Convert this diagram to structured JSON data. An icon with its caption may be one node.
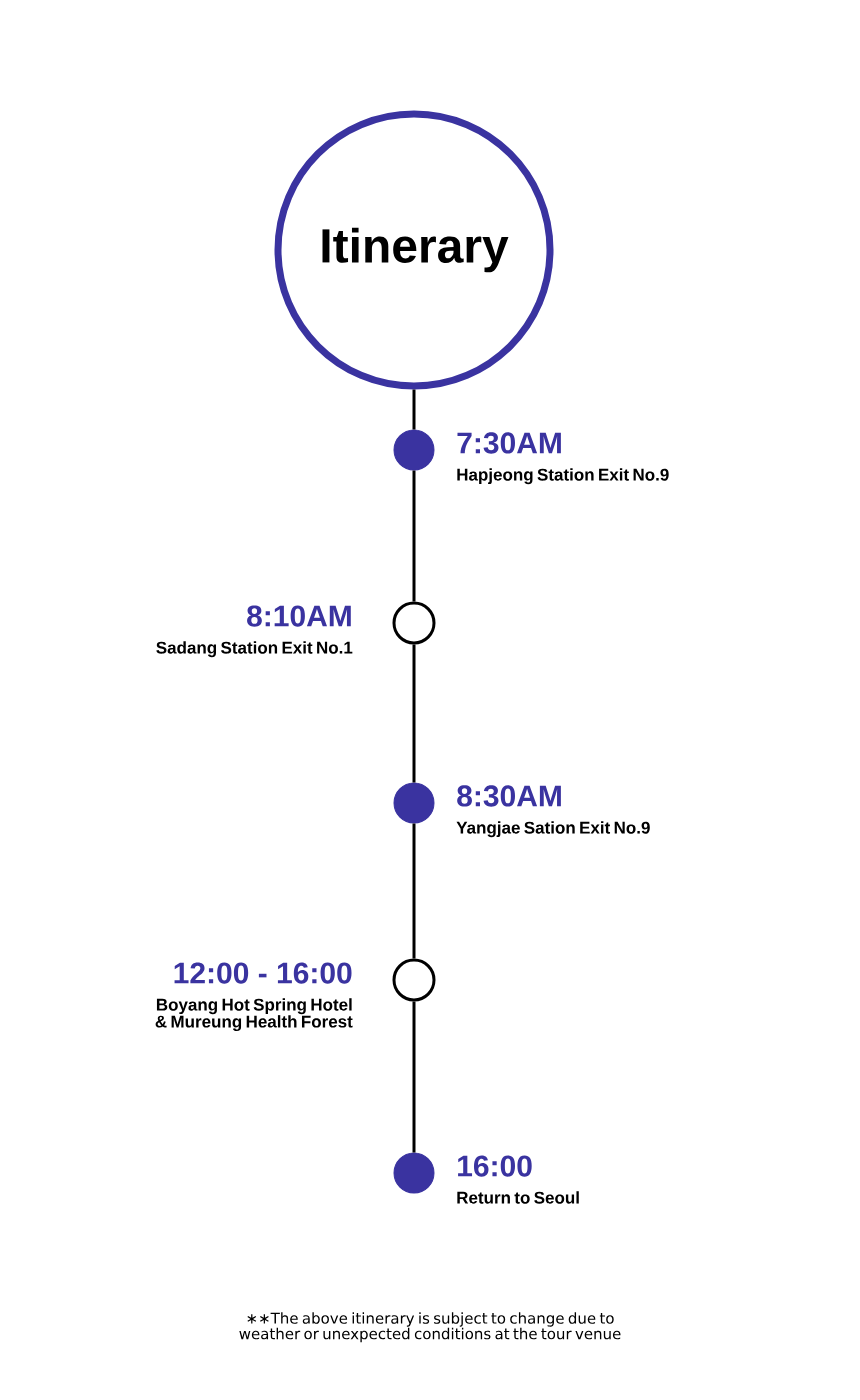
{
  "diagram": {
    "nodes": [
      {
        "text": [
          "Itinerary"
        ]
      },
      {
        "text": [],
        "shape": "circle",
        "beside": [
          "7:30AM",
          "Hapjeong Station Exit No.9"
        ]
      },
      {
        "text": [],
        "shape": "circle",
        "beside": [
          "8:10AM",
          "Sadang Station Exit No.1"
        ]
      },
      {
        "text": [],
        "shape": "circle",
        "beside": [
          "8:30AM",
          "Yangjae Sation Exit No.9"
        ]
      },
      {
        "text": [],
        "shape": "circle",
        "beside": [
          "12:00 - 16:00",
          "Boyang Hot Spring Hotel & Mureung Health Forest"
        ]
      },
      {
        "text": [],
        "shape": "circle",
        "beside": [
          "16:00",
          "Return to Seoul"
        ]
      }
    ],
    "edges": [
      {
        "from": 0,
        "to": 1,
        "arrow": "none"
      },
      {
        "from": 1,
        "to": 2,
        "arrow": "none"
      },
      {
        "from": 2,
        "to": 3,
        "arrow": "none"
      },
      {
        "from": 3,
        "to": 4,
        "arrow": "none"
      },
      {
        "from": 4,
        "to": 5,
        "arrow": "none"
      }
    ],
    "labels": [
      "∗∗The above itinerary is subject to change due to weather or unexpected conditions at the tour venue"
    ]
  }
}
